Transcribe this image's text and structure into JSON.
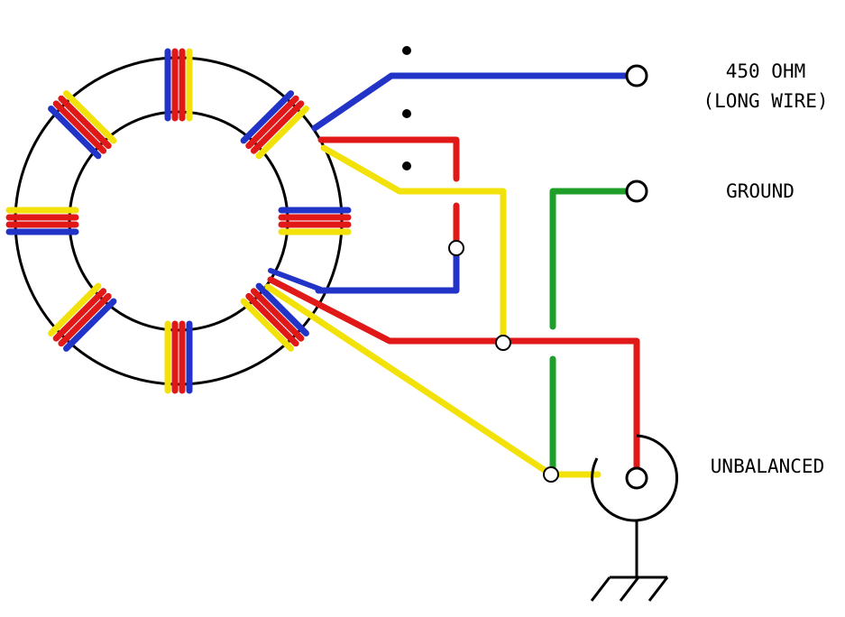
{
  "labels": {
    "ohm_line1": "450 OHM",
    "ohm_line2": "(LONG WIRE)",
    "ground": "GROUND",
    "unbalanced": "UNBALANCED"
  },
  "colors": {
    "blue": "#2233c8",
    "red": "#e01818",
    "yellow": "#f2e20a",
    "green": "#1f9e2a",
    "outline": "#000000"
  },
  "toroid": {
    "winding_groups": 8,
    "wires_per_group": [
      "blue",
      "red",
      "yellow"
    ],
    "phasing_dots": 3
  }
}
